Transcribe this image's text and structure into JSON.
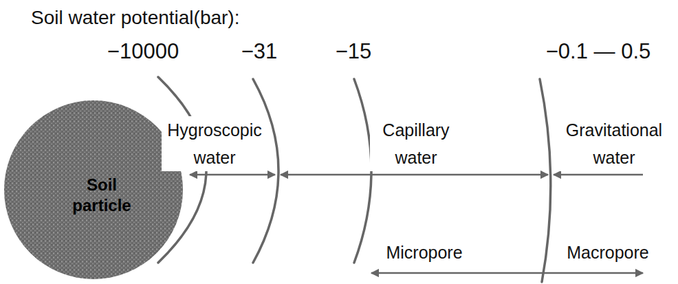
{
  "diagram": {
    "title": "Soil water potential(bar):",
    "nodes": [
      {
        "text": [
          "Soil particle"
        ]
      }
    ],
    "labels": [
      "−10000",
      "−31",
      "−15",
      "−0.1 — 0.5",
      "Hygroscopic water",
      "Capillary water",
      "Gravitational water",
      "Micropore",
      "Macropore"
    ]
  }
}
